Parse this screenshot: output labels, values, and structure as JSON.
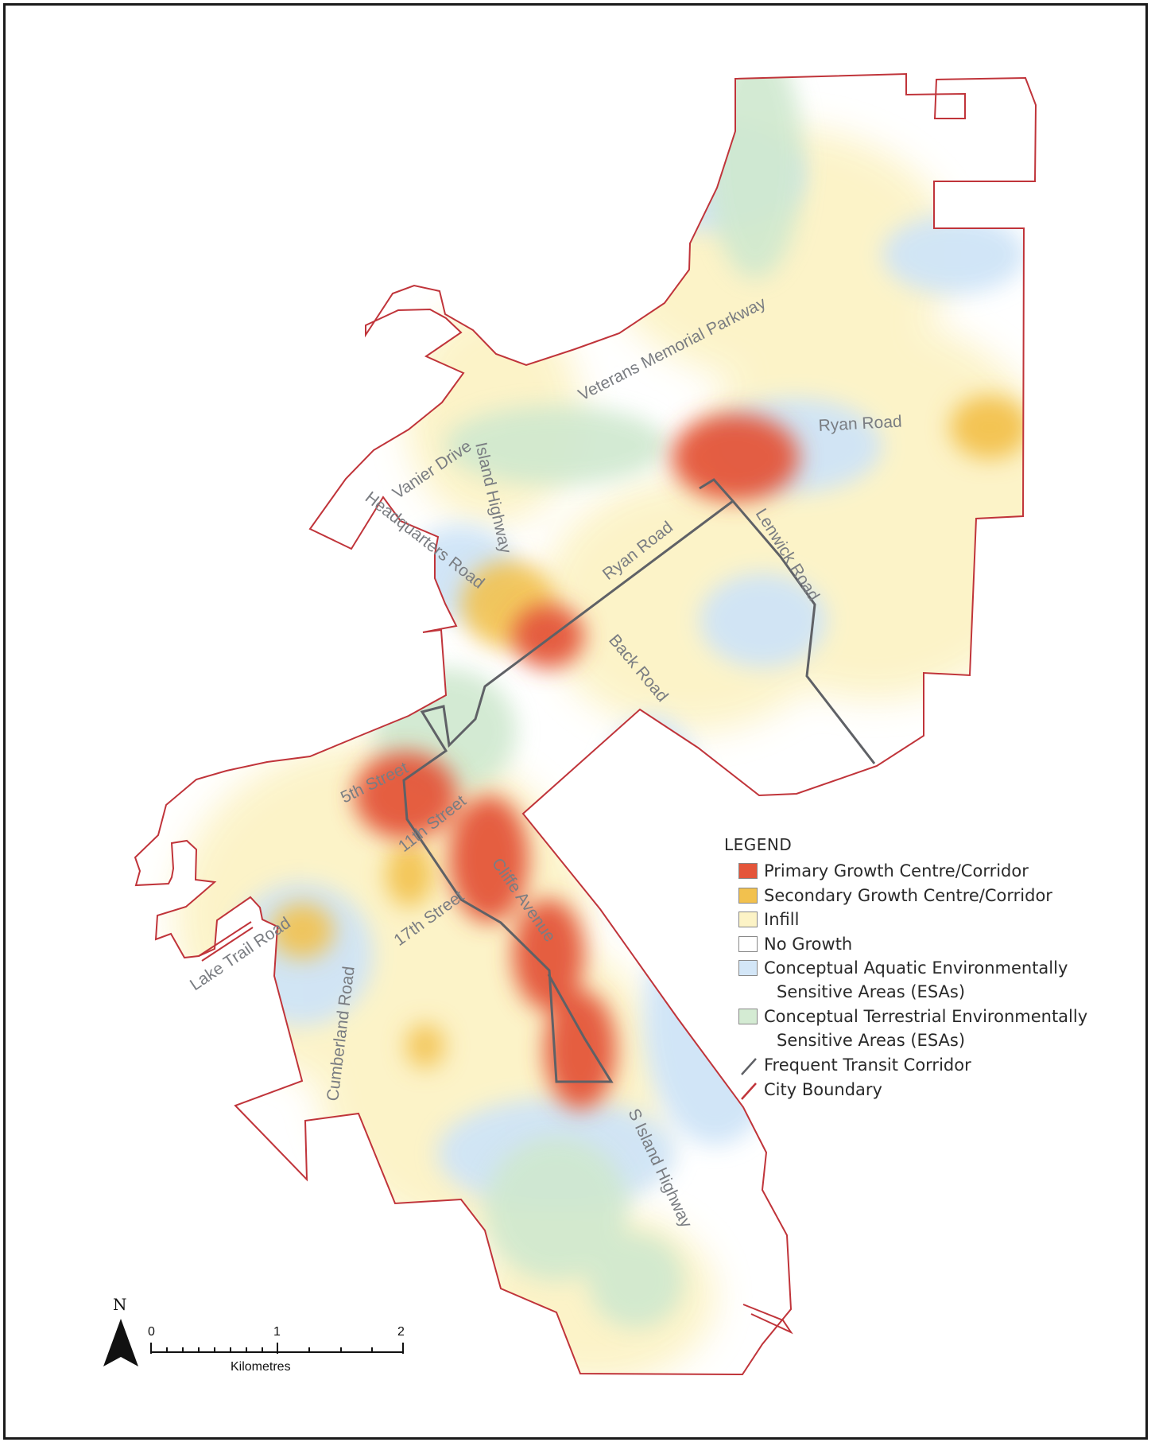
{
  "legend": {
    "title": "LEGEND",
    "items": [
      {
        "line1": "Primary Growth Centre/Corridor",
        "line2": "",
        "symbol": "fill",
        "color": "#e4553a"
      },
      {
        "line1": "Secondary Growth Centre/Corridor",
        "line2": "",
        "symbol": "fill",
        "color": "#f2c14e"
      },
      {
        "line1": "Infill",
        "line2": "",
        "symbol": "fill",
        "color": "#fcf3c6"
      },
      {
        "line1": "No Growth",
        "line2": "",
        "symbol": "fill",
        "color": "#ffffff"
      },
      {
        "line1": "Conceptual Aquatic Environmentally",
        "line2": "Sensitive Areas (ESAs)",
        "symbol": "fill",
        "color": "#d3e6f7"
      },
      {
        "line1": "Conceptual Terrestrial Environmentally",
        "line2": "Sensitive Areas (ESAs)",
        "symbol": "fill",
        "color": "#d4ebd3"
      },
      {
        "line1": "Frequent Transit Corridor",
        "line2": "",
        "symbol": "line",
        "color": "#5f6166"
      },
      {
        "line1": "City Boundary",
        "line2": "",
        "symbol": "line",
        "color": "#c0343a"
      }
    ]
  },
  "roads": [
    "Veterans Memorial Parkway",
    "Ryan Road",
    "Vanier Drive",
    "Island Highway",
    "Headquarters Road",
    "Ryan Road",
    "Lenwick Road",
    "Back Road",
    "5th Street",
    "11th Street",
    "Cliffe Avenue",
    "17th Street",
    "Lake Trail Road",
    "Cumberland Road",
    "S Island Highway"
  ],
  "north_arrow": {
    "label": "N"
  },
  "scale": {
    "ticks": [
      "0",
      "1",
      "2"
    ],
    "unit": "Kilometres"
  },
  "colors": {
    "boundary": "#c0343a",
    "transit": "#5f6166",
    "primary": "#e4553a",
    "secondary": "#f2c14e",
    "infill": "#fcf3c6",
    "aquatic": "#cfe4f7",
    "terrestrial": "#cfe8cf"
  }
}
